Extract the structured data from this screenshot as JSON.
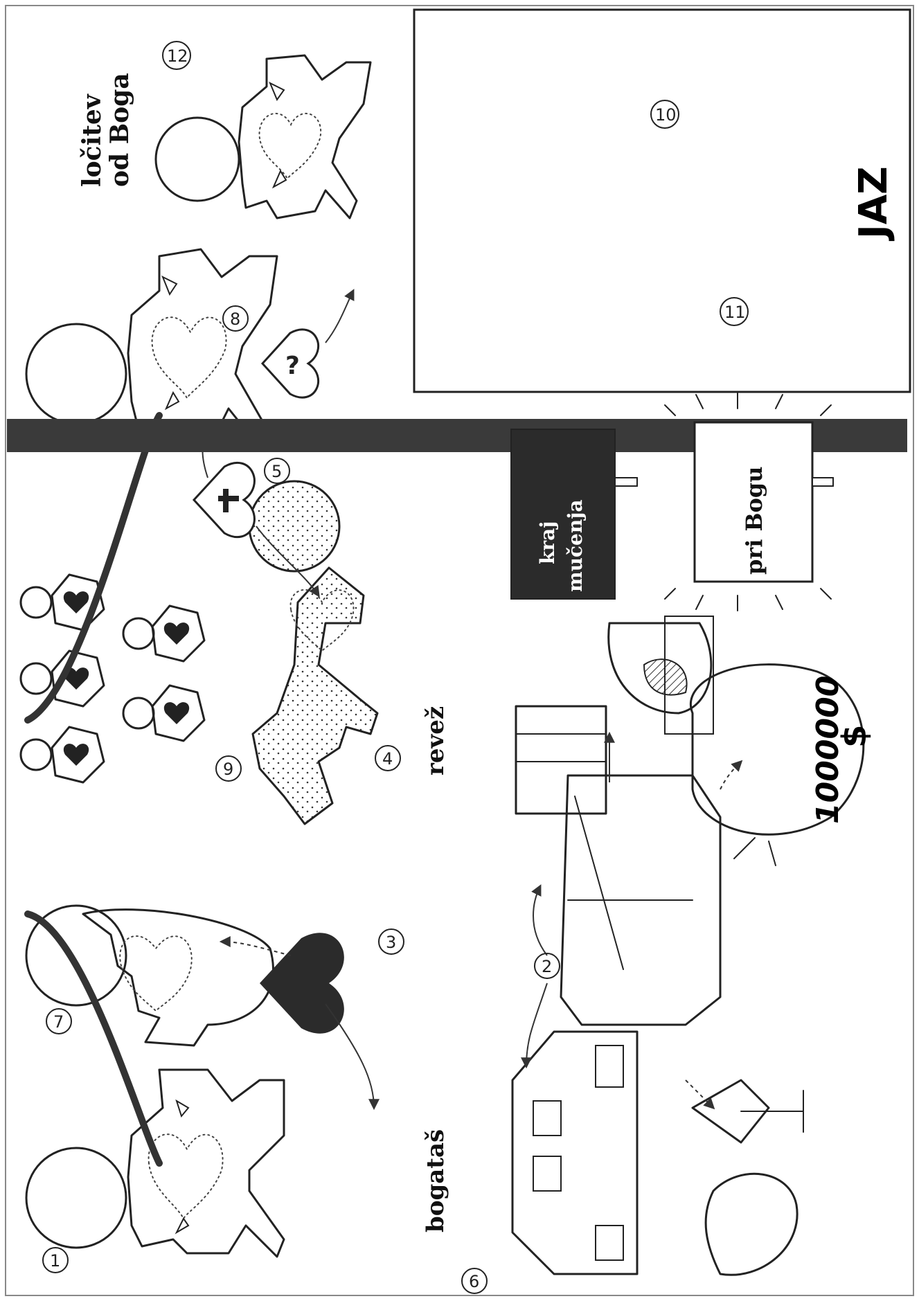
{
  "labels": {
    "bogatas": "bogataš",
    "revez": "revež",
    "locitev_line1": "ločitev",
    "locitev_line2": "od Boga",
    "jaz": "JAZ",
    "sign_dark_line1": "kraj",
    "sign_dark_line2": "mučenja",
    "sign_light": "pri Bogu",
    "moneybag_amount": "1000000",
    "moneybag_symbol": "$"
  },
  "numbers": [
    "1",
    "2",
    "3",
    "4",
    "5",
    "6",
    "7",
    "8",
    "9",
    "10",
    "11",
    "12"
  ],
  "icons": {
    "heart_question": "?",
    "heart_cross": "cross-icon"
  },
  "colors": {
    "ink": "#222222",
    "dark_fill": "#2b2b2b",
    "bar": "#3a3a3a",
    "paper": "#ffffff"
  }
}
